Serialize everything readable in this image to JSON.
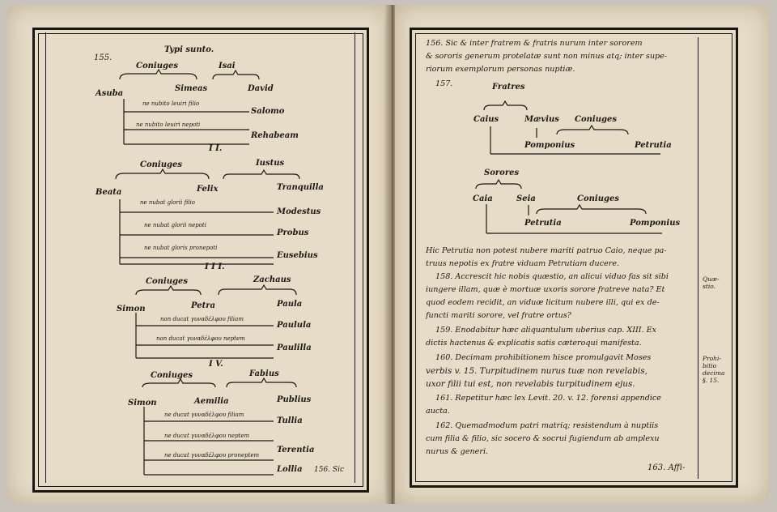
{
  "left": {
    "page_number": "155.",
    "heading": "Typi sunto.",
    "catchword": "156. Sic",
    "diagrams": [
      {
        "numeral": "",
        "couple_label": "Coniuges",
        "other_label": "Isai",
        "names": [
          "Asuba",
          "Simeas",
          "David",
          "Salomo",
          "Rehabeam"
        ],
        "notes": [
          "ne nubito leuiri filio",
          "ne nubito leuiri nepoti"
        ]
      },
      {
        "numeral": "I I.",
        "couple_label": "Coniuges",
        "other_label": "Iustus",
        "names": [
          "Beata",
          "Felix",
          "Tranquilla",
          "Modestus",
          "Probus",
          "Eusebius"
        ],
        "notes": [
          "ne nubat glorii filio",
          "ne nubat glorii nepoti",
          "ne nubat gloris pronepoti"
        ]
      },
      {
        "numeral": "I I I.",
        "couple_label": "Coniuges",
        "other_label": "Zachaus",
        "names": [
          "Simon",
          "Petra",
          "Paula",
          "Paulula",
          "Paulilla"
        ],
        "notes": [
          "non ducat γυναδέλφου filiam",
          "non ducat γυναδέλφου neptem"
        ]
      },
      {
        "numeral": "I V.",
        "couple_label": "Coniuges",
        "other_label": "Fabius",
        "names": [
          "Simon",
          "Aemilia",
          "Publius",
          "Tullia",
          "Terentia",
          "Lollia"
        ],
        "notes": [
          "ne ducat γυναδέλφου filiam",
          "ne ducat γυναδέλφου neptem",
          "ne ducat γυναδέλφου proneptem"
        ]
      }
    ]
  },
  "right": {
    "para156": [
      "156. Sic & inter fratrem & fratris nurum inter sororem",
      "& sororis generum protelatæ sunt non minus atq; inter supe-",
      "riorum exemplorum personas nuptiæ."
    ],
    "num157": "157.",
    "diagram_a": {
      "title": "Fratres",
      "names": [
        "Caius",
        "Mævius",
        "Coniuges",
        "Pomponius",
        "Petrutia"
      ]
    },
    "diagram_b": {
      "title": "Sorores",
      "names": [
        "Caia",
        "Seia",
        "Coniuges",
        "Petrutia",
        "Pomponius"
      ]
    },
    "body_lines": [
      "Hic Petrutia non potest nubere mariti patruo Caio, neque pa-",
      "truus nepotis ex fratre viduam Petrutiam ducere.",
      "158. Accrescit hic nobis quæstio, an alicui viduo fas sit sibi",
      "iungere illam, quæ è mortuæ uxoris sorore fratreve nata? Et",
      "quod eodem recidit, an viduæ licitum nubere illi, qui ex de-",
      "functi mariti sorore, vel fratre ortus?",
      "159. Enodabitur hæc aliquantulum uberius cap. XIII. Ex",
      "dictis hactenus & explicatis satis cæteroqui manifesta.",
      "160. Decimam prohibitionem hisce promulgavit Moses",
      "verbis v. 15. Turpitudinem nurus tuæ non revelabis,",
      "uxor filii tui est, non revelabis turpitudinem ejus.",
      "161. Repetitur hæc lex Levit. 20. v. 12. forensi appendice",
      "aucta.",
      "162. Quemadmodum patri matriq; resistendum à nuptiis",
      "cum filia & filio, sic socero & socrui fugiendum ab amplexu",
      "nurus & generi."
    ],
    "margin_notes": [
      {
        "lines": [
          "Quæ-",
          "stio."
        ]
      },
      {
        "lines": [
          "Prohi-",
          "bitio",
          "decima",
          "§. 15."
        ]
      }
    ],
    "catchword": "163. Affi-"
  }
}
